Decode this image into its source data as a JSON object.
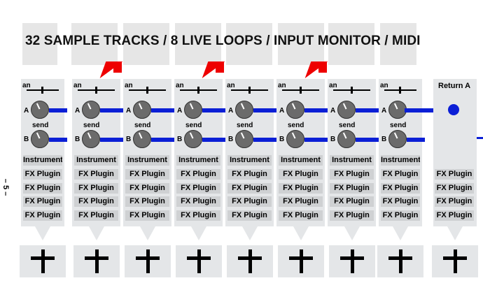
{
  "title": "32 SAMPLE TRACKS / 8 LIVE LOOPS / INPUT MONITOR / MIDI",
  "page_number": "– 5 –",
  "strip_labels": {
    "pan": "an",
    "send_a": "A",
    "send_b": "B",
    "send": "send",
    "instrument": "Instrument",
    "fx_plugin": "FX Plugin"
  },
  "return_strip": {
    "label": "Return A",
    "fx_plugin": "FX Plugin"
  },
  "add_symbol": "+",
  "colors": {
    "bus": "#0b1fd6",
    "arrow": "#ee0000",
    "panel": "#e4e6e8",
    "slot": "#cfd1d3"
  }
}
